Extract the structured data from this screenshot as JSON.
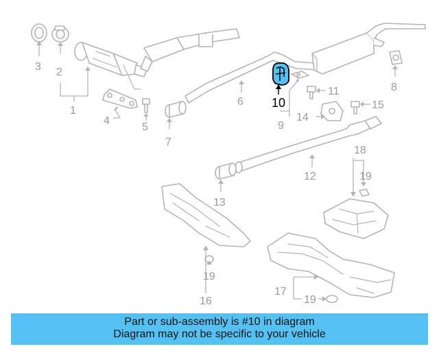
{
  "callouts": {
    "c1": "1",
    "c2": "2",
    "c3": "3",
    "c4": "4",
    "c5": "5",
    "c6": "6",
    "c7": "7",
    "c8": "8",
    "c9": "9",
    "c10": "10",
    "c11": "11",
    "c12": "12",
    "c13": "13",
    "c14": "14",
    "c15": "15",
    "c16": "16",
    "c17": "17",
    "c18": "18",
    "c19a": "19",
    "c19b": "19",
    "c19c": "19"
  },
  "highlight": {
    "part_number": "10",
    "color": "#55c1f3"
  },
  "banner": {
    "line1": "Part or sub-assembly is #10 in diagram",
    "line2": "Diagram may not be specific to your vehicle",
    "bg_color": "#55c1f3"
  }
}
